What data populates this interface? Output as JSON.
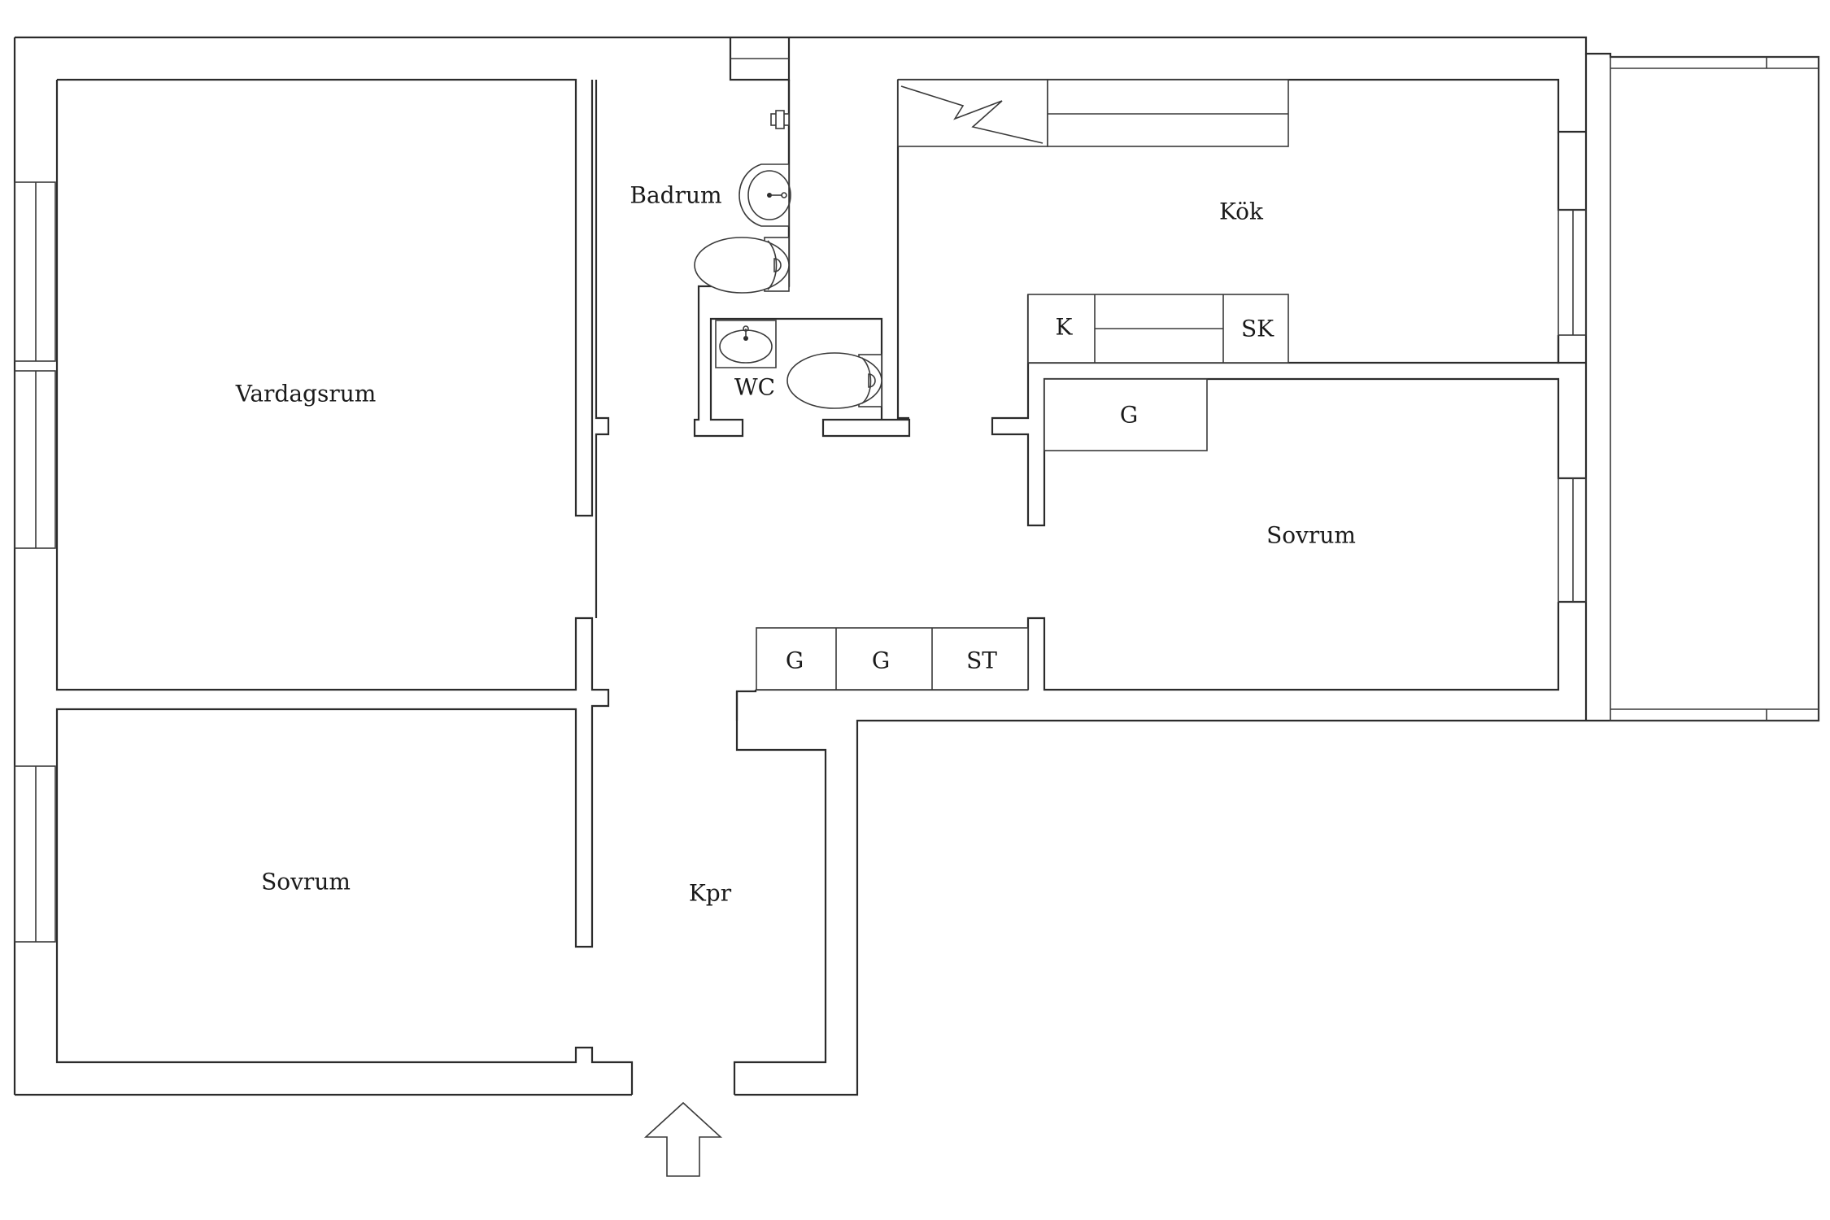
{
  "rooms": {
    "vardagsrum": "Vardagsrum",
    "badrum": "Badrum",
    "wc": "WC",
    "kok": "Kök",
    "sovrum_east": "Sovrum",
    "sovrum_west": "Sovrum",
    "kpr": "Kpr"
  },
  "storage": {
    "k": "K",
    "sk": "SK",
    "g_bedroom": "G",
    "g_hall_1": "G",
    "g_hall_2": "G",
    "st": "ST"
  },
  "entrance": "entrance-arrow-icon"
}
